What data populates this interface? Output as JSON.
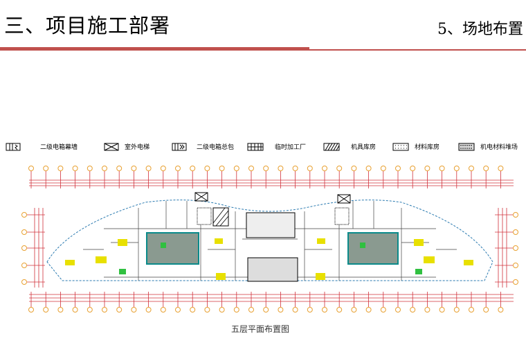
{
  "header": {
    "title": "三、项目施工部署",
    "subtitle": "5、场地布置"
  },
  "legend": [
    {
      "icon": "secondary-box-curtain-icon",
      "label": "二级电箱幕墙"
    },
    {
      "icon": "outdoor-elevator-icon",
      "label": "室外电梯"
    },
    {
      "icon": "secondary-box-general-icon",
      "label": "二级电箱总包"
    },
    {
      "icon": "temporary-workshop-icon",
      "label": "临时加工厂"
    },
    {
      "icon": "tool-storage-icon",
      "label": "机具库房"
    },
    {
      "icon": "material-storage-icon",
      "label": "材料库房"
    },
    {
      "icon": "mep-material-yard-icon",
      "label": "机电材料堆场"
    }
  ],
  "caption": "五层平面布置图",
  "colors": {
    "accent": "#c0504d",
    "grid": "#d0303a",
    "axis_circle": "#e8a030",
    "wall": "#333333",
    "boundary": "#2a7ab0"
  }
}
